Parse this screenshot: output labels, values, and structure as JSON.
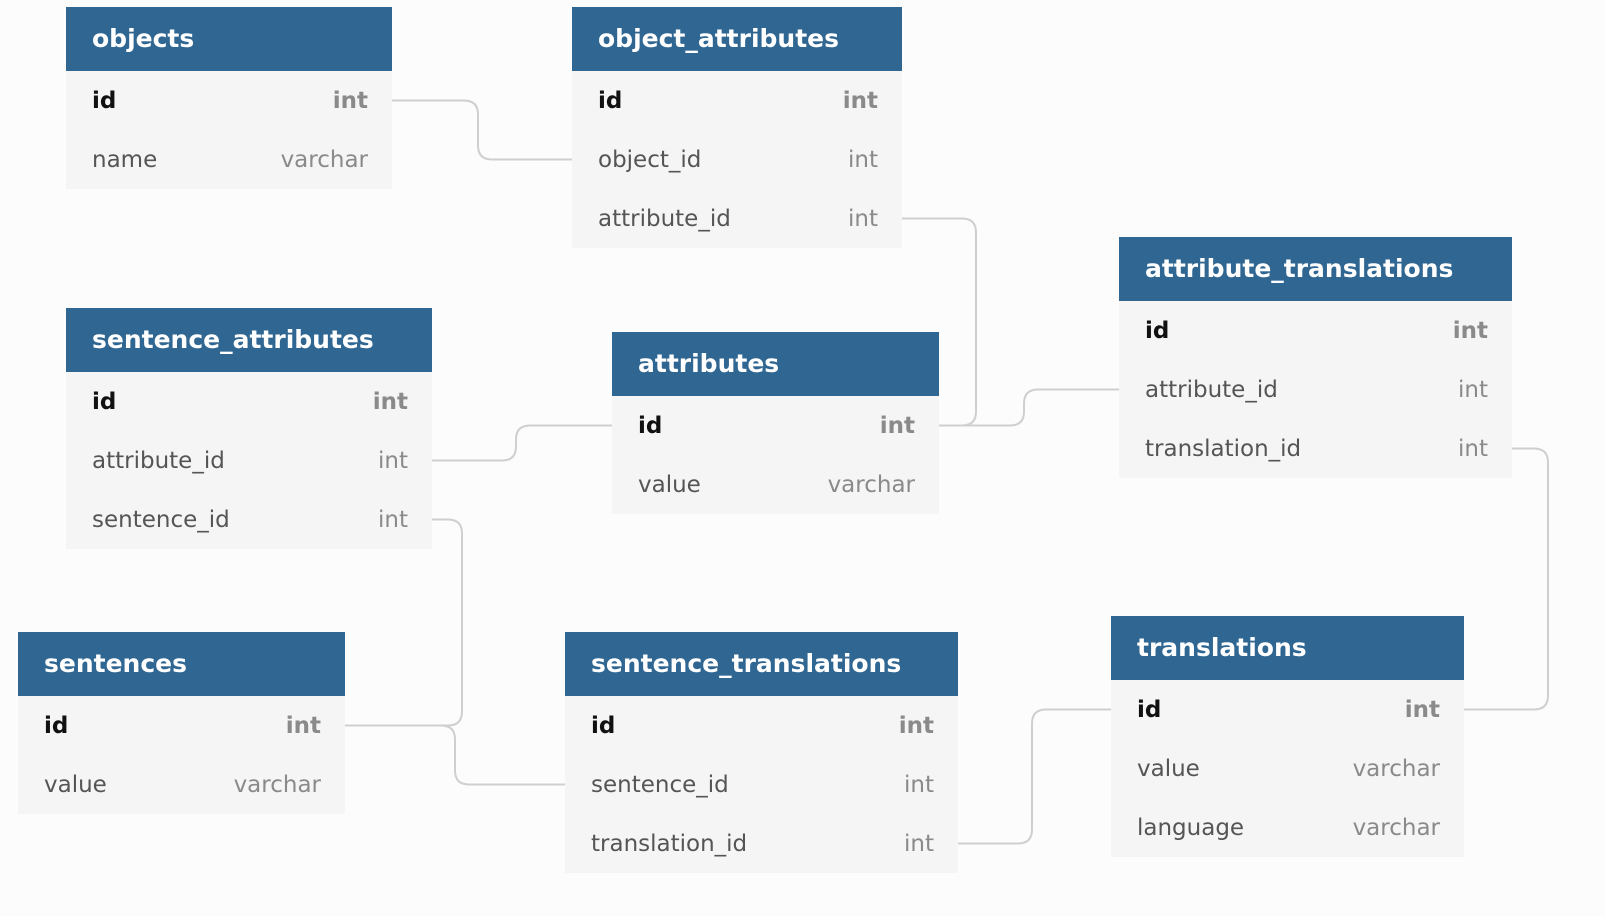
{
  "tables": [
    {
      "id": "objects",
      "name": "objects",
      "columns": [
        {
          "name": "id",
          "type": "int",
          "pk": true
        },
        {
          "name": "name",
          "type": "varchar",
          "pk": false
        }
      ]
    },
    {
      "id": "object_attributes",
      "name": "object_attributes",
      "columns": [
        {
          "name": "id",
          "type": "int",
          "pk": true
        },
        {
          "name": "object_id",
          "type": "int",
          "pk": false
        },
        {
          "name": "attribute_id",
          "type": "int",
          "pk": false
        }
      ]
    },
    {
      "id": "attribute_translations",
      "name": "attribute_translations",
      "columns": [
        {
          "name": "id",
          "type": "int",
          "pk": true
        },
        {
          "name": "attribute_id",
          "type": "int",
          "pk": false
        },
        {
          "name": "translation_id",
          "type": "int",
          "pk": false
        }
      ]
    },
    {
      "id": "sentence_attributes",
      "name": "sentence_attributes",
      "columns": [
        {
          "name": "id",
          "type": "int",
          "pk": true
        },
        {
          "name": "attribute_id",
          "type": "int",
          "pk": false
        },
        {
          "name": "sentence_id",
          "type": "int",
          "pk": false
        }
      ]
    },
    {
      "id": "attributes",
      "name": "attributes",
      "columns": [
        {
          "name": "id",
          "type": "int",
          "pk": true
        },
        {
          "name": "value",
          "type": "varchar",
          "pk": false
        }
      ]
    },
    {
      "id": "sentences",
      "name": "sentences",
      "columns": [
        {
          "name": "id",
          "type": "int",
          "pk": true
        },
        {
          "name": "value",
          "type": "varchar",
          "pk": false
        }
      ]
    },
    {
      "id": "sentence_translations",
      "name": "sentence_translations",
      "columns": [
        {
          "name": "id",
          "type": "int",
          "pk": true
        },
        {
          "name": "sentence_id",
          "type": "int",
          "pk": false
        },
        {
          "name": "translation_id",
          "type": "int",
          "pk": false
        }
      ]
    },
    {
      "id": "translations",
      "name": "translations",
      "columns": [
        {
          "name": "id",
          "type": "int",
          "pk": true
        },
        {
          "name": "value",
          "type": "varchar",
          "pk": false
        },
        {
          "name": "language",
          "type": "varchar",
          "pk": false
        }
      ]
    }
  ],
  "relations": [
    {
      "from": "object_attributes.object_id",
      "to": "objects.id"
    },
    {
      "from": "object_attributes.attribute_id",
      "to": "attributes.id"
    },
    {
      "from": "attribute_translations.attribute_id",
      "to": "attributes.id"
    },
    {
      "from": "sentence_attributes.attribute_id",
      "to": "attributes.id"
    },
    {
      "from": "sentence_attributes.sentence_id",
      "to": "sentences.id"
    },
    {
      "from": "sentence_translations.sentence_id",
      "to": "sentences.id"
    },
    {
      "from": "sentence_translations.translation_id",
      "to": "translations.id"
    },
    {
      "from": "attribute_translations.translation_id",
      "to": "translations.id"
    }
  ],
  "colors": {
    "header": "#306792",
    "header_text": "#ffffff",
    "table_body": "#f5f5f5",
    "connector": "#cfcfcf",
    "background": "#fcfcfc"
  }
}
